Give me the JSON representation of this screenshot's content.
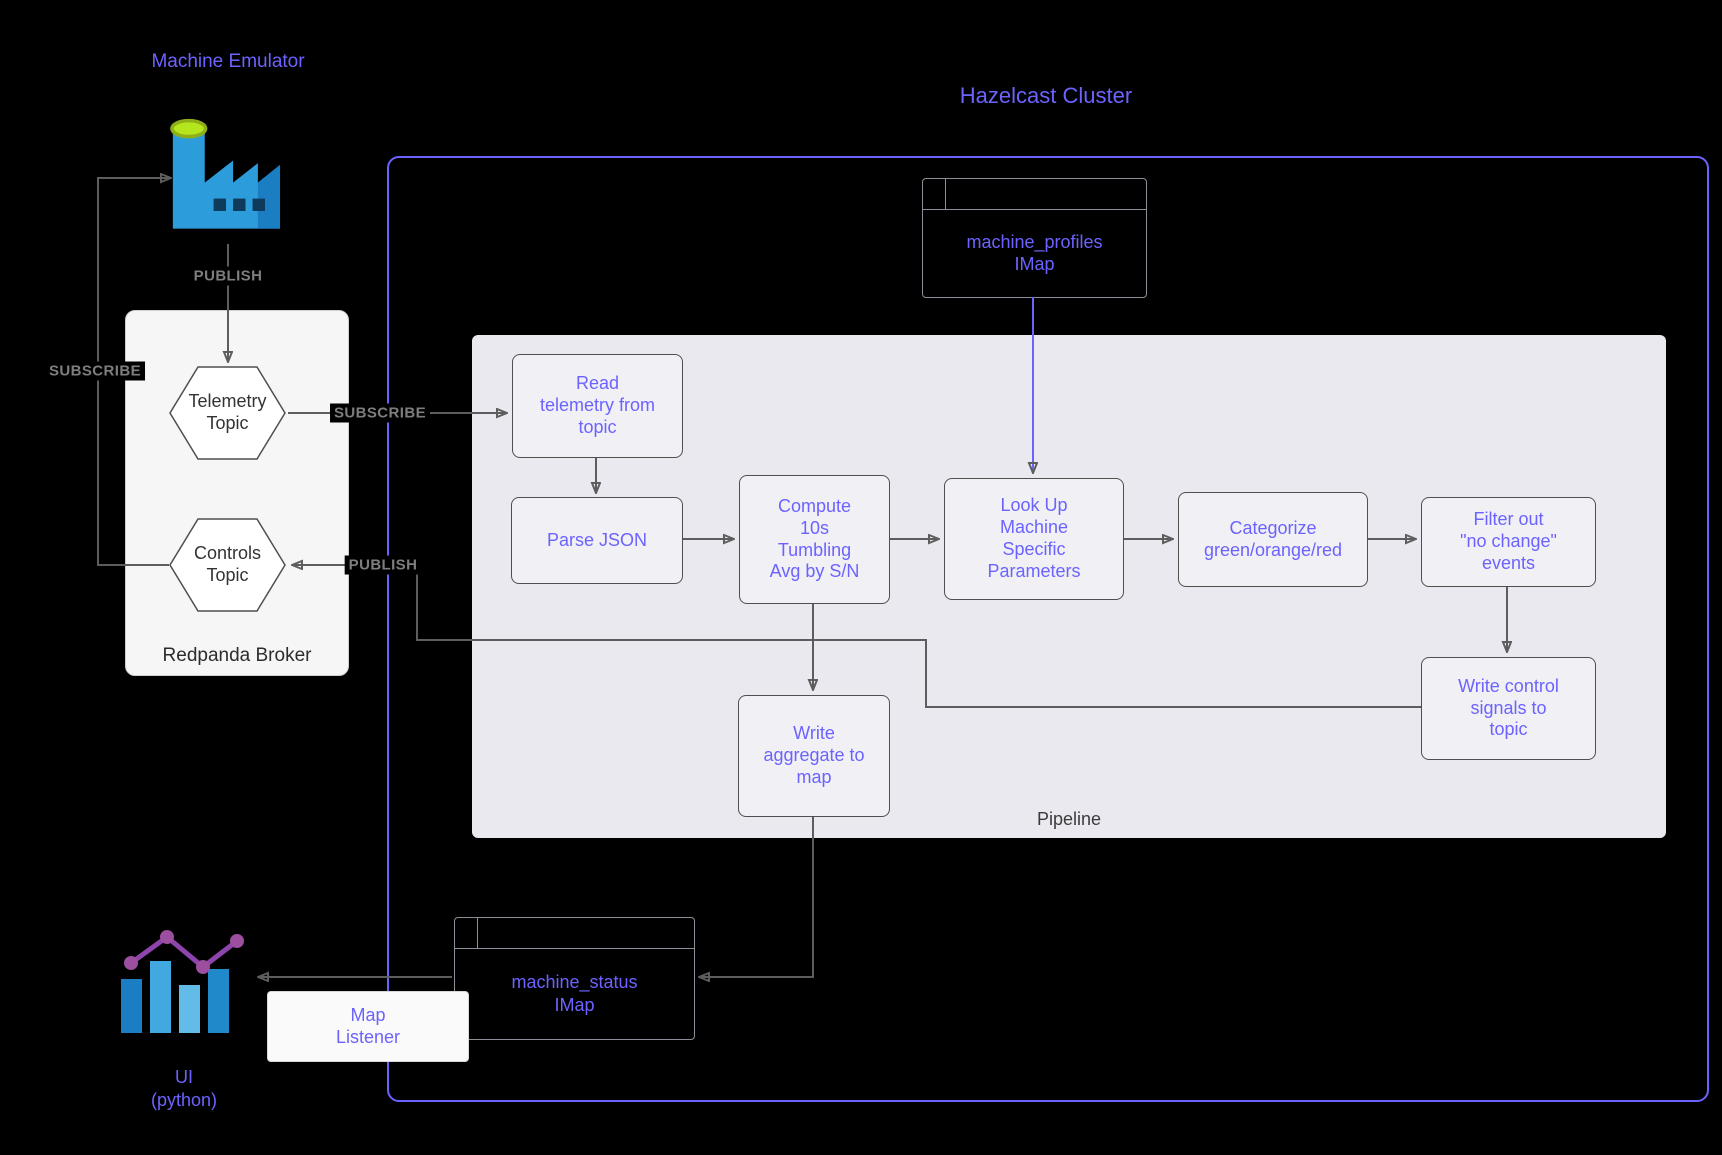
{
  "colors": {
    "background": "#000000",
    "accent": "#6C63FF",
    "pipeline_bg": "#E9E9EF",
    "arrow": "#5D5D5D",
    "factory_blue": "#2D9CDB",
    "factory_green": "#B5E61D",
    "chart_purple": "#8E44AD"
  },
  "diagram": {
    "machine_emulator": {
      "title": "Machine Emulator"
    },
    "hazelcast": {
      "title": "Hazelcast Cluster"
    },
    "broker": {
      "title": "Redpanda Broker",
      "telemetry_topic": "Telemetry\nTopic",
      "controls_topic": "Controls\nTopic"
    },
    "pipeline": {
      "title": "Pipeline",
      "nodes": {
        "read_telemetry": "Read\ntelemetry from\ntopic",
        "parse_json": "Parse JSON",
        "compute_avg": "Compute\n10s\nTumbling\nAvg by S/N",
        "look_up": "Look Up\nMachine\nSpecific\nParameters",
        "categorize": "Categorize\ngreen/orange/red",
        "filter_events": "Filter out\n\"no change\"\nevents",
        "write_control": "Write control\nsignals to\ntopic",
        "write_aggregate": "Write\naggregate to\nmap"
      }
    },
    "imaps": {
      "machine_profiles": "machine_profiles\nIMap",
      "machine_status": "machine_status\nIMap"
    },
    "map_listener": "Map\nListener",
    "ui": {
      "title": "UI\n(python)"
    },
    "edge_labels": {
      "publish_emulator": "PUBLISH",
      "subscribe_emulator": "SUBSCRIBE",
      "subscribe_pipeline": "SUBSCRIBE",
      "publish_pipeline": "PUBLISH"
    }
  }
}
